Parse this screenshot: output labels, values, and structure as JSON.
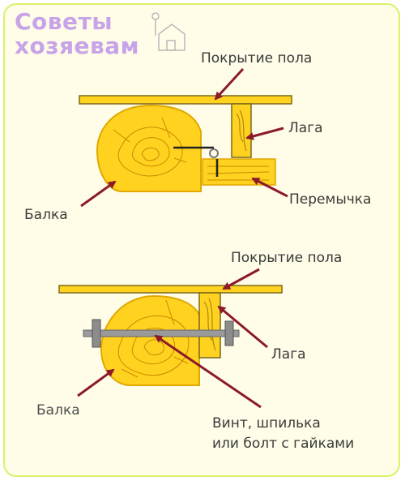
{
  "logo": {
    "line1": "Советы",
    "line2": "хозяевам",
    "icon": "house-key-icon"
  },
  "diagram_top": {
    "floor_label": "Покрытие пола",
    "joist_label": "Лага",
    "beam_label": "Балка",
    "lintel_label": "Перемычка"
  },
  "diagram_bottom": {
    "floor_label": "Покрытие пола",
    "joist_label": "Лага",
    "beam_label": "Балка",
    "bolt_label_line1": "Винт, шпилька",
    "bolt_label_line2": "или болт с гайками"
  },
  "colors": {
    "wood": "#ffd21f",
    "wood_outline": "#e0a800",
    "arrow": "#8b1a2b",
    "board_edge": "#7a6a1a",
    "bolt": "#8c8c8c",
    "logo": "#c7a4e8"
  }
}
